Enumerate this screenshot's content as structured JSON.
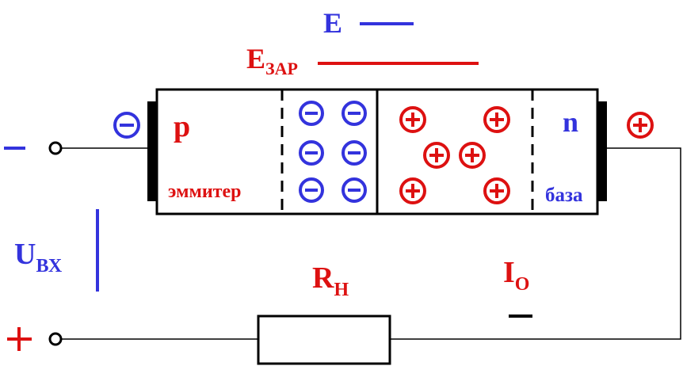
{
  "colors": {
    "blue": "#3333dd",
    "red": "#dd1111",
    "black": "#000000"
  },
  "legend": {
    "e_field": {
      "label": "E"
    },
    "e_barrier": {
      "label_main": "E",
      "label_sub": "ЗАР"
    }
  },
  "regions": {
    "p": {
      "label": "p",
      "caption": "эммитер"
    },
    "n": {
      "label": "n",
      "caption": "база"
    }
  },
  "terminals": {
    "top_sign": "−",
    "bottom_sign": "+",
    "left_contact_charge": "⊖",
    "right_contact_charge": "⊕"
  },
  "charges": {
    "negative_symbol": "⊖",
    "positive_symbol": "⊕"
  },
  "labels": {
    "u_in": {
      "main": "U",
      "sub": "ВХ"
    },
    "resistor": {
      "main": "R",
      "sub": "Н"
    },
    "current": {
      "main": "I",
      "sub": "O"
    },
    "current_sign": "—"
  }
}
